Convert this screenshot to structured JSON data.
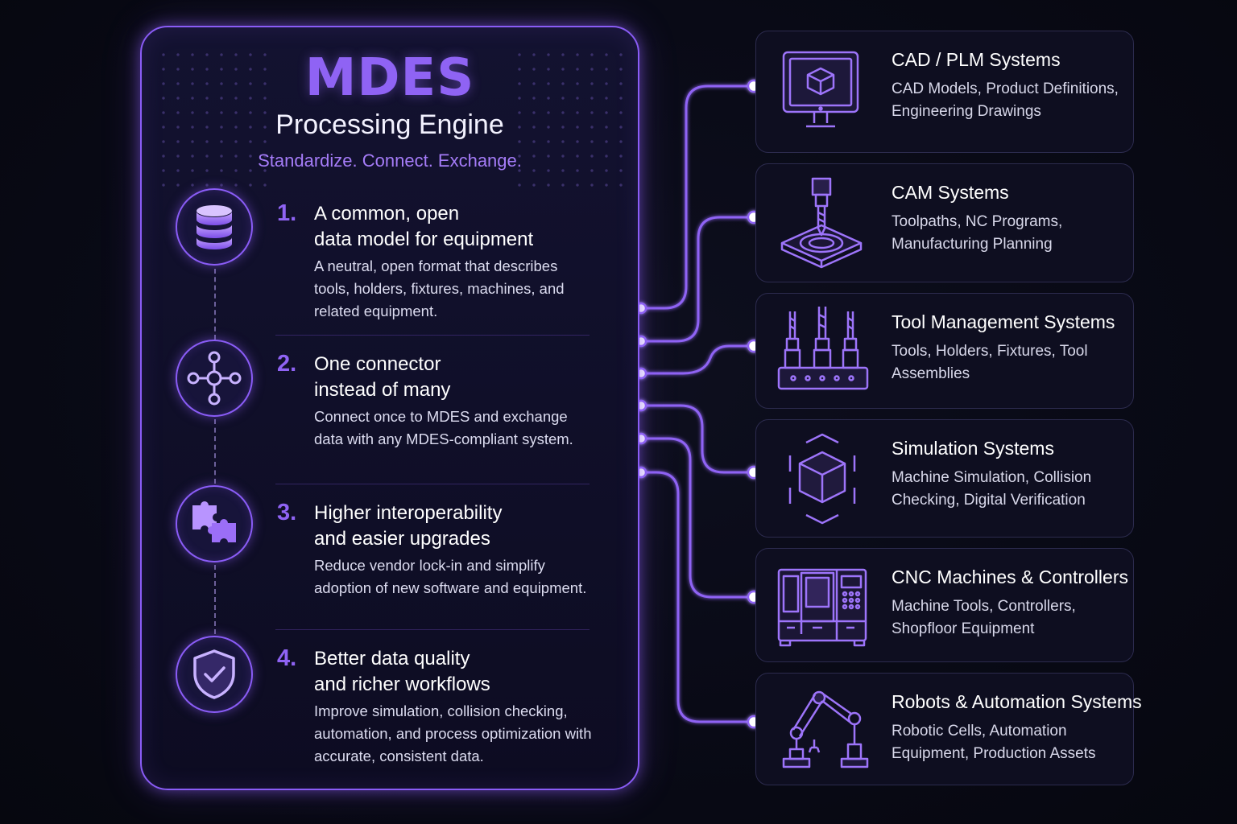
{
  "engine": {
    "title": "MDES",
    "subtitle": "Processing Engine",
    "tagline": "Standardize. Connect. Exchange."
  },
  "features": [
    {
      "number": "1.",
      "heading_line1": "A common, open",
      "heading_line2": "data model for equipment",
      "description": "A neutral, open format that describes tools, holders, fixtures, machines, and related equipment.",
      "icon": "database-icon"
    },
    {
      "number": "2.",
      "heading_line1": "One connector",
      "heading_line2": "instead of many",
      "description": "Connect once to MDES and exchange data with any MDES-compliant system.",
      "icon": "network-hub-icon"
    },
    {
      "number": "3.",
      "heading_line1": "Higher interoperability",
      "heading_line2": "and easier upgrades",
      "description": "Reduce vendor lock-in and simplify adoption of new software and equipment.",
      "icon": "puzzle-icon"
    },
    {
      "number": "4.",
      "heading_line1": "Better data quality",
      "heading_line2": "and richer workflows",
      "description": "Improve simulation, collision checking, automation, and process optimization with accurate, consistent data.",
      "icon": "shield-check-icon"
    }
  ],
  "systems": [
    {
      "title": "CAD / PLM Systems",
      "description": "CAD Models, Product Definitions, Engineering Drawings",
      "icon": "monitor-cube-icon"
    },
    {
      "title": "CAM Systems",
      "description": "Toolpaths, NC Programs, Manufacturing Planning",
      "icon": "milling-tool-icon"
    },
    {
      "title": "Tool Management Systems",
      "description": "Tools, Holders, Fixtures, Tool Assemblies",
      "icon": "tool-rack-icon"
    },
    {
      "title": "Simulation Systems",
      "description": "Machine Simulation, Collision Checking, Digital Verification",
      "icon": "hex-cube-icon"
    },
    {
      "title": "CNC Machines & Controllers",
      "description": "Machine Tools, Controllers, Shopfloor Equipment",
      "icon": "cnc-machine-icon"
    },
    {
      "title": "Robots & Automation Systems",
      "description": "Robotic Cells, Automation Equipment, Production Assets",
      "icon": "robot-arm-icon"
    }
  ],
  "colors": {
    "accent": "#8f63f4",
    "background": "#090a16",
    "card": "#0e0e20"
  }
}
